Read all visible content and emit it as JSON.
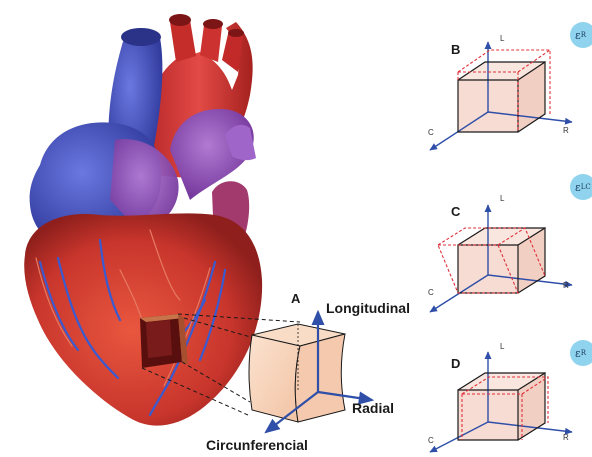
{
  "panels": {
    "a": "A",
    "b": "B",
    "c": "C",
    "d": "D"
  },
  "main_axes": {
    "longitudinal": "Longitudinal",
    "radial": "Radial",
    "circumferential": "Circunferencial"
  },
  "small_axes": {
    "l": "L",
    "r": "R",
    "c": "C"
  },
  "strain_badges": {
    "b": {
      "symbol": "ε",
      "sub": "R"
    },
    "c": {
      "symbol": "ε",
      "sub": "LC"
    },
    "d": {
      "symbol": "ε",
      "sub": "R"
    }
  },
  "colors": {
    "axis_blue": "#2f4fa8",
    "deformed_red": "#e0303a",
    "cube_fill": "#f6dcd3",
    "badge": "#8fd3ee",
    "heart_red": "#c8352c",
    "heart_blue": "#3a4cb8",
    "heart_purple": "#8a48b0"
  }
}
